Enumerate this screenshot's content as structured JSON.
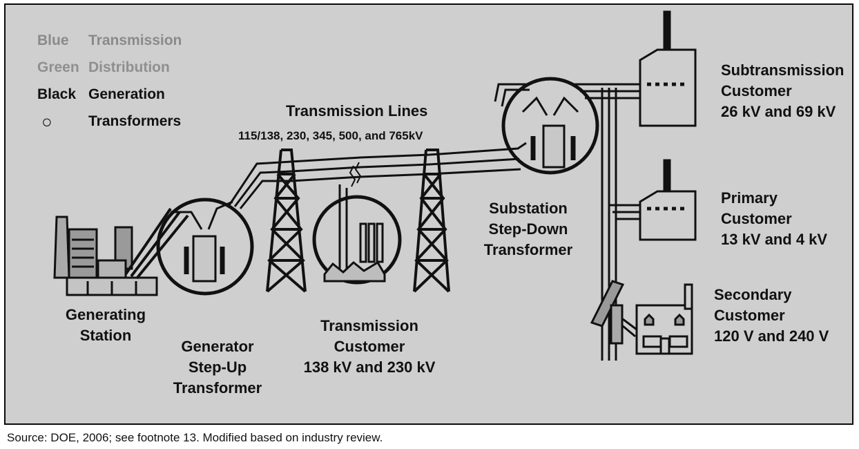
{
  "legend": {
    "items": [
      {
        "key": "Blue",
        "desc": "Transmission",
        "color": "#8a8a8a"
      },
      {
        "key": "Green",
        "desc": "Distribution",
        "color": "#8f8f8f"
      },
      {
        "key": "Black",
        "desc": "Generation",
        "color": "#111111"
      },
      {
        "key": "○",
        "desc": "Transformers",
        "color": "#111111"
      }
    ]
  },
  "transmission_lines": {
    "title": "Transmission Lines",
    "voltages": "115/138,  230,  345,  500,  and  765kV"
  },
  "labels": {
    "generating_station": [
      "Generating",
      "Station"
    ],
    "generator_step_up": [
      "Generator",
      "Step-Up",
      "Transformer"
    ],
    "transmission_customer": [
      "Transmission",
      "Customer",
      "138 kV and 230 kV"
    ],
    "substation": [
      "Substation",
      "Step-Down",
      "Transformer"
    ],
    "subtransmission_customer": [
      "Subtransmission",
      "Customer",
      "26 kV and 69 kV"
    ],
    "primary_customer": [
      "Primary",
      "Customer",
      "13 kV and 4 kV"
    ],
    "secondary_customer": [
      "Secondary",
      "Customer",
      "120 V and 240 V"
    ]
  },
  "source": "Source: DOE, 2006; see footnote 13. Modified based on industry review."
}
